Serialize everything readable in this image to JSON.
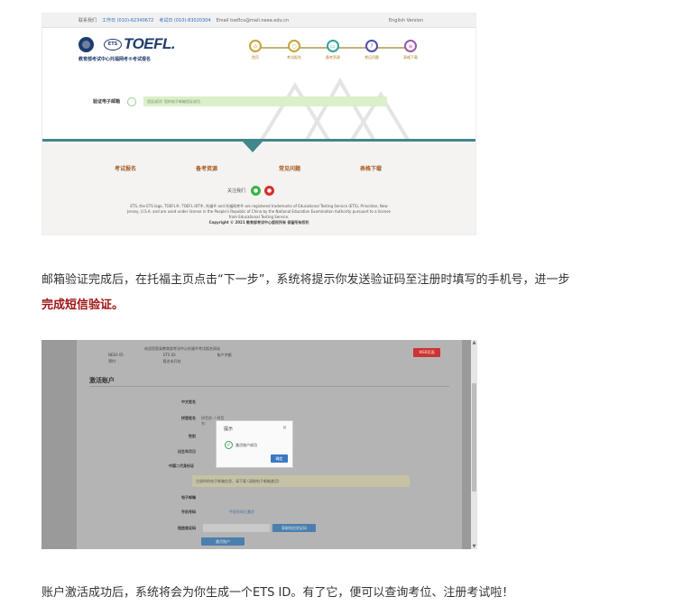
{
  "shot1": {
    "topbar": {
      "contact": "联系我们",
      "workday_phone": "工作日 (010)-62340672",
      "exam_day_phone": "考试日 (010)-83020304",
      "email": "Email toeflcv@mail.neea.edu.cn",
      "english": "English Version"
    },
    "brand": {
      "ets_mark": "ETS",
      "toefl": "TOEFL.",
      "subtitle": "教育部考试中心托福网考®考试报名"
    },
    "steps": [
      {
        "label": "首页",
        "icon": "home-icon"
      },
      {
        "label": "考试报名",
        "icon": "search-icon"
      },
      {
        "label": "备考资源",
        "icon": "book-icon"
      },
      {
        "label": "常见问题",
        "icon": "question-icon"
      },
      {
        "label": "表格下载",
        "icon": "document-icon"
      }
    ],
    "verify": {
      "label": "验证电子邮箱",
      "placeholder": "验证成功! 您的电子邮箱验证成功"
    },
    "footer": {
      "nav": [
        "考试报名",
        "备考资源",
        "常见问题",
        "表格下载"
      ],
      "follow": "关注我们",
      "legal": "ETS, the ETS logo, TOEFL®, TOEFL iBT®, 托福® and 托福网考® are registered trademarks of Educational Testing Service (ETS), Princeton, New Jersey, U.S.A. and are used under license in the People's Republic of China by the National Education Examination Authority pursuant to a license from Educational Testing Service.",
      "copyright": "Copyright © 2021 教育部考试中心版权所有 保留所有权利"
    }
  },
  "text": {
    "p1": "邮箱验证完成后，在托福主页点击“下一步”，系统将提示你发送验证码至注册时填写的手机号，进一步",
    "p1_bold": "完成短信验证。",
    "p3": "账户激活成功后，系统将会为你生成一个ETS ID。有了它，便可以查询考位、注册考试啦！"
  },
  "shot2": {
    "top": {
      "welcome": "欢迎您登录教育部考试中心托福®考试报名网站",
      "neea_id": "NEEA ID:",
      "ets_id": "ETS ID:",
      "balance": "账户余额",
      "status": "预约:",
      "status_value": "报名未开启"
    },
    "red_button": "WEB页面",
    "title": "激活账户",
    "fields": [
      {
        "label": "中文姓名",
        "value": ""
      },
      {
        "label": "拼音姓名",
        "value": "拼音姓: / 拼音名:"
      },
      {
        "label": "性别",
        "value": ""
      },
      {
        "label": "出生年月日",
        "value": ""
      },
      {
        "label": "中国二代身份证",
        "value": ""
      }
    ],
    "banner": "注册时的电子邮箱信息，请下载 (请按电子邮箱激活)",
    "email_label": "电子邮箱",
    "phone_label": "手机号码",
    "phone_value": "手机号码已激活",
    "code_label": "短信验证码",
    "code_button": "获取短信验证码",
    "activate_button": "激活账户",
    "modal": {
      "title": "提示",
      "message": "激活账户成功",
      "ok": "确定"
    }
  }
}
